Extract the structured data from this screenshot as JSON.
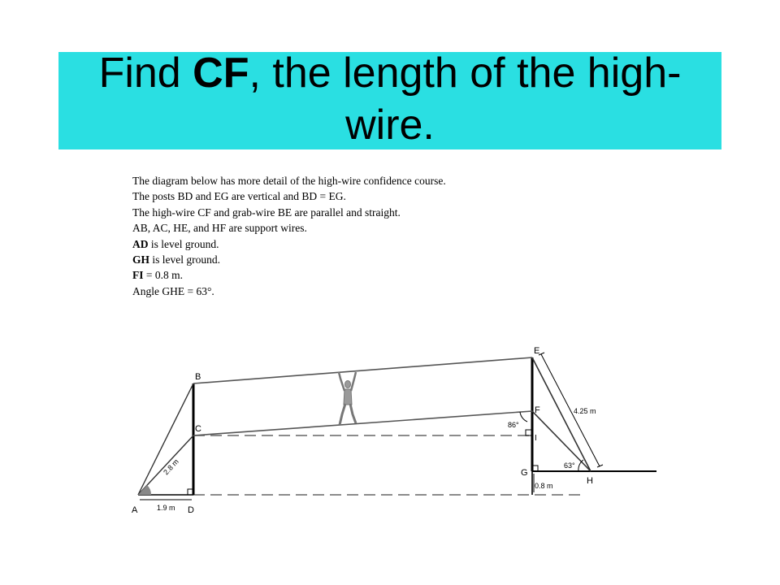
{
  "header": {
    "title_prefix": "Find ",
    "title_bold": "CF",
    "title_suffix": ", the length of the high-wire."
  },
  "description": [
    {
      "bold": "",
      "text": "The diagram below has more detail of the high-wire confidence course."
    },
    {
      "bold": "",
      "text": "The posts BD and EG are vertical and BD = EG."
    },
    {
      "bold": "",
      "text": "The high-wire CF and grab-wire BE are parallel and straight."
    },
    {
      "bold": "",
      "text": "AB, AC, HE, and HF are support wires."
    },
    {
      "bold": "AD",
      "text": " is level ground."
    },
    {
      "bold": "GH",
      "text": " is level ground."
    },
    {
      "bold": "FI",
      "text": " = 0.8 m."
    },
    {
      "bold": "",
      "text": "Angle GHE = 63°."
    }
  ],
  "diagram": {
    "points": {
      "A": "A",
      "B": "B",
      "C": "C",
      "D": "D",
      "E": "E",
      "F": "F",
      "G": "G",
      "H": "H",
      "I": "I"
    },
    "measurements": {
      "AC": "2.8 m",
      "AD": "1.9 m",
      "HE": "4.25 m",
      "GI": "0.8 m"
    },
    "angles": {
      "at_F": "86°",
      "GHE": "63°"
    }
  }
}
